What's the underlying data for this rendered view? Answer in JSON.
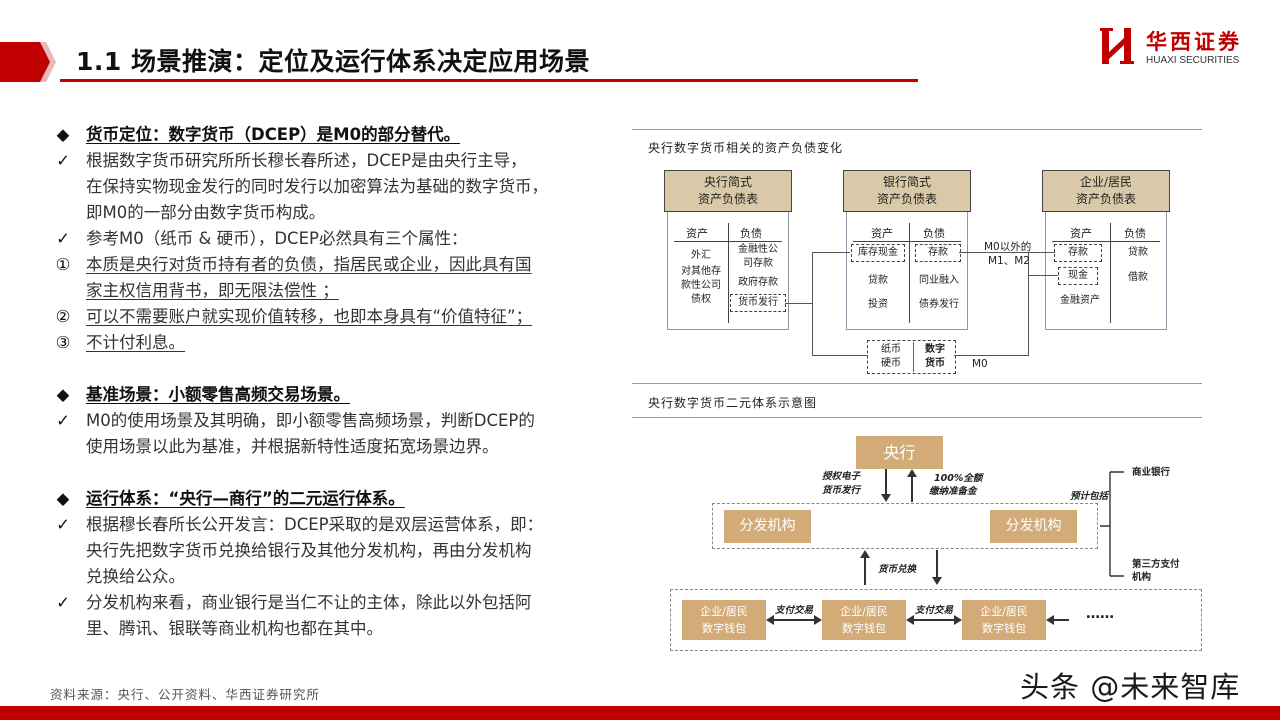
{
  "header": {
    "title": "1.1 场景推演：定位及运行体系决定应用场景",
    "logo_cn": "华西证券",
    "logo_en": "HUAXI SECURITIES"
  },
  "left": {
    "rows": [
      {
        "marker": "◆",
        "text": "货币定位：数字货币（DCEP）是M0的部分替代。",
        "head": true,
        "u": true
      },
      {
        "marker": "✓",
        "text": "根据数字货币研究所所长穆长春所述，DCEP是由央行主导，",
        "head": false,
        "u": false
      },
      {
        "marker": "",
        "text": "在保持实物现金发行的同时发行以加密算法为基础的数字货币，",
        "head": false,
        "u": false
      },
      {
        "marker": "",
        "text": "即M0的一部分由数字货币构成。",
        "head": false,
        "u": false
      },
      {
        "marker": "✓",
        "text": "参考M0（纸币 & 硬币），DCEP必然具有三个属性：",
        "head": false,
        "u": false
      },
      {
        "marker": "①",
        "text": "本质是央行对货币持有者的负债，指居民或企业，因此具有国",
        "head": false,
        "u": true
      },
      {
        "marker": "",
        "text": "家主权信用背书，即无限法偿性 ；",
        "head": false,
        "u": true
      },
      {
        "marker": "②",
        "text": "可以不需要账户就实现价值转移，也即本身具有“价值特征”；",
        "head": false,
        "u": true
      },
      {
        "marker": "③",
        "text": "不计付利息。",
        "head": false,
        "u": true
      },
      {
        "marker": "gap",
        "text": "",
        "head": false,
        "u": false
      },
      {
        "marker": "◆",
        "text": "基准场景：小额零售高频交易场景。",
        "head": true,
        "u": true
      },
      {
        "marker": "✓",
        "text": "M0的使用场景及其明确，即小额零售高频场景，判断DCEP的",
        "head": false,
        "u": false
      },
      {
        "marker": "",
        "text": "使用场景以此为基准，并根据新特性适度拓宽场景边界。",
        "head": false,
        "u": false
      },
      {
        "marker": "gap",
        "text": "",
        "head": false,
        "u": false
      },
      {
        "marker": "◆",
        "text": "运行体系：“央行—商行”的二元运行体系。",
        "head": true,
        "u": true
      },
      {
        "marker": "✓",
        "text": "根据穆长春所长公开发言：DCEP采取的是双层运营体系，即：",
        "head": false,
        "u": false
      },
      {
        "marker": "",
        "text": "央行先把数字货币兑换给银行及其他分发机构，再由分发机构",
        "head": false,
        "u": false
      },
      {
        "marker": "",
        "text": "兑换给公众。",
        "head": false,
        "u": false
      },
      {
        "marker": "✓",
        "text": "分发机构来看，商业银行是当仁不让的主体，除此以外包括阿",
        "head": false,
        "u": false
      },
      {
        "marker": "",
        "text": "里、腾讯、银联等商业机构也都在其中。",
        "head": false,
        "u": false
      }
    ]
  },
  "fig1": {
    "caption": "央行数字货币相关的资产负债变化",
    "central": {
      "title1": "央行简式",
      "title2": "资产负债表",
      "asset": "资产",
      "liab": "负债",
      "assets": [
        "外汇",
        "对其他存",
        "款性公司",
        "债权"
      ],
      "liabs": [
        "金融性公",
        "司存款",
        "政府存款"
      ],
      "issue": "货币发行"
    },
    "bank": {
      "title1": "银行简式",
      "title2": "资产负债表",
      "asset": "资产",
      "liab": "负债",
      "a1": "库存现金",
      "a2": "贷款",
      "a3": "投资",
      "l1": "存款",
      "l2": "同业融入",
      "l3": "债券发行"
    },
    "corp": {
      "title1": "企业/居民",
      "title2": "资产负债表",
      "asset": "资产",
      "liab": "负债",
      "a1": "存款",
      "a2": "现金",
      "a3": "金融资产",
      "l1": "贷款",
      "l2": "借款"
    },
    "m0_other1": "M0以外的",
    "m0_other2": "M1、M2",
    "paper1": "纸币",
    "paper2": "硬币",
    "digital1": "数字",
    "digital2": "货币",
    "m0": "M0"
  },
  "fig2": {
    "caption": "央行数字货币二元体系示意图",
    "pboc": "央行",
    "auth1": "授权电子",
    "auth2": "货币发行",
    "reserve1": "100%全额",
    "reserve2": "缴纳准备金",
    "dist_left": "分发机构",
    "dist_right": "分发机构",
    "expected": "预计包括",
    "bank": "商业银行",
    "thirdparty1": "第三方支付",
    "thirdparty2": "机构",
    "exchange": "货币兑换",
    "wallet_a": "企业/居民",
    "wallet_b": "数字钱包",
    "pay": "支付交易",
    "dots": "……"
  },
  "footer": {
    "source": "资料来源：央行、公开资料、华西证券研究所",
    "watermark": "头条 @未来智库"
  },
  "colors": {
    "brand_red": "#c00000",
    "tan": "#d3ab78",
    "sheet_title": "#d9c9a8"
  }
}
